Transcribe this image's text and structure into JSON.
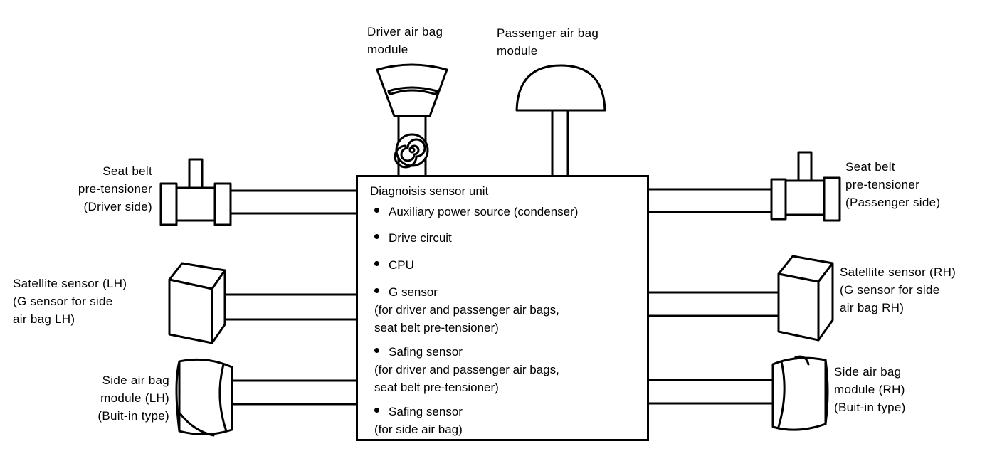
{
  "airbag_driver": {
    "line1": "Driver air bag",
    "line2": "module"
  },
  "airbag_passenger": {
    "line1": "Passenger air bag",
    "line2": "module"
  },
  "pretensioner_driver": {
    "line1": "Seat belt",
    "line2": "pre-tensioner",
    "line3": "(Driver side)"
  },
  "pretensioner_passenger": {
    "line1": "Seat belt",
    "line2": "pre-tensioner",
    "line3": "(Passenger side)"
  },
  "satellite_lh": {
    "line1": "Satellite sensor (LH)",
    "line2": "(G sensor for side",
    "line3": "air bag LH)"
  },
  "satellite_rh": {
    "line1": "Satellite sensor (RH)",
    "line2": "(G sensor for side",
    "line3": "air bag RH)"
  },
  "side_airbag_lh": {
    "line1": "Side air bag",
    "line2": "module (LH)",
    "line3": "(Buit-in type)"
  },
  "side_airbag_rh": {
    "line1": "Side air bag",
    "line2": "module (RH)",
    "line3": "(Buit-in type)"
  },
  "sensor_unit": {
    "title": "Diagnoisis sensor unit",
    "items": [
      {
        "line1": "Auxiliary power source (condenser)"
      },
      {
        "line1": "Drive circuit"
      },
      {
        "line1": "CPU"
      },
      {
        "line1": "G sensor",
        "line2": "(for driver and passenger air bags,",
        "line3": "seat belt pre-tensioner)"
      },
      {
        "line1": "Safing sensor",
        "line2": "(for driver and passenger air bags,",
        "line3": "seat belt pre-tensioner)"
      },
      {
        "line1": "Safing sensor",
        "line2": "(for side air bag)"
      }
    ]
  }
}
